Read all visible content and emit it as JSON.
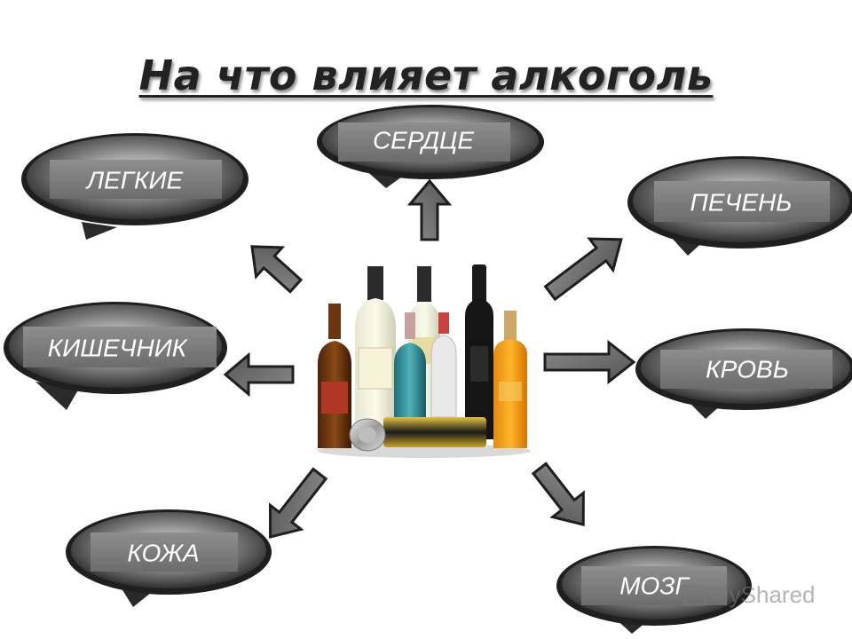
{
  "title": "На что влияет алкоголь",
  "center_image": {
    "icon": "alcohol-bottles-image"
  },
  "bubbles": [
    {
      "id": "lungs",
      "label": "ЛЕГКИЕ"
    },
    {
      "id": "heart",
      "label": "СЕРДЦЕ"
    },
    {
      "id": "liver",
      "label": "ПЕЧЕНЬ"
    },
    {
      "id": "intestine",
      "label": "КИШЕЧНИК"
    },
    {
      "id": "blood",
      "label": "КРОВЬ"
    },
    {
      "id": "skin",
      "label": "КОЖА"
    },
    {
      "id": "brain",
      "label": "МОЗГ"
    }
  ],
  "watermark": {
    "text": "MyShared",
    "icon": "myshared-logo-icon"
  },
  "colors": {
    "bubble_dark": "#2a2a2a",
    "bubble_light": "#9a9a9a",
    "label_box": "#7b7b7b",
    "arrow_fill": "#6a6a6a",
    "arrow_stroke": "#1e1e1e"
  }
}
